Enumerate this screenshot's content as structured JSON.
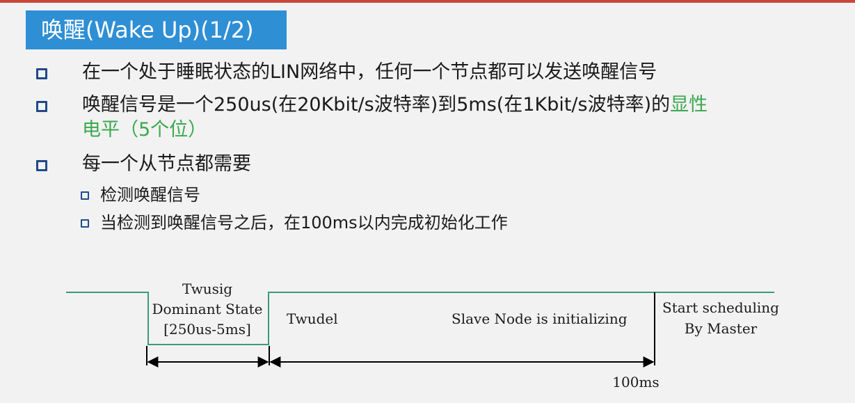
{
  "title": "唤醒(Wake Up)(1/2)",
  "bullets": {
    "b1": "在一个处于睡眠状态的LIN网络中，任何一个节点都可以发送唤醒信号",
    "b2_main": "唤醒信号是一个250us(在20Kbit/s波特率)到5ms(在1Kbit/s波特率)的",
    "b2_highlight_1": "显性",
    "b2_highlight_2": "电平（5个位）",
    "b3": "每一个从节点都需要",
    "b3_sub1": "检测唤醒信号",
    "b3_sub2": "当检测到唤醒信号之后，在100ms以内完成初始化工作"
  },
  "diagram": {
    "twusig": "Twusig",
    "dominant_state": "Dominant State",
    "range": "[250us-5ms]",
    "twudel": "Twudel",
    "slave_init": "Slave Node is initializing",
    "start_sched_1": "Start scheduling",
    "start_sched_2": "By Master",
    "time_label": "100ms",
    "signal_color": "#3a9a7a",
    "highlight_color": "#3aa84d"
  }
}
